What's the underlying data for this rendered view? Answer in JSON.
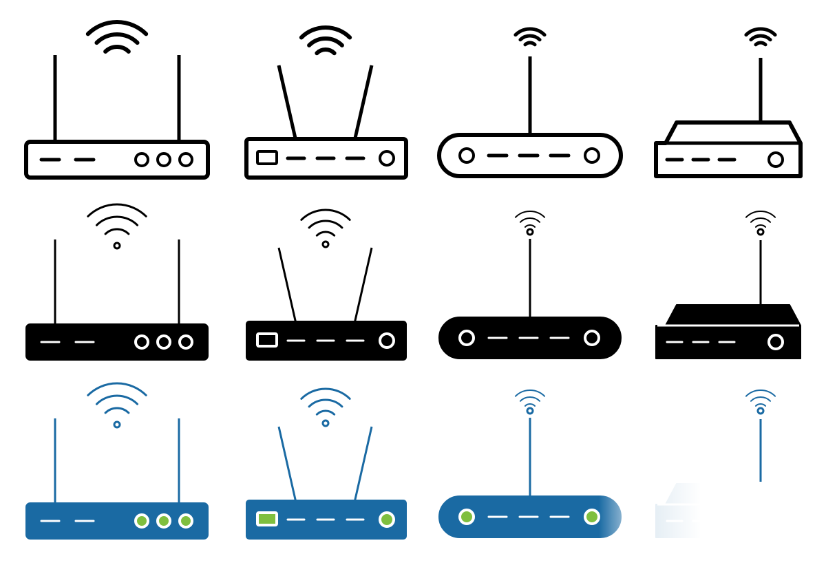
{
  "palette": {
    "black": "#000000",
    "white": "#ffffff",
    "blue": "#1a6aa3",
    "green": "#7fbf3f"
  },
  "icon_set": {
    "subject": "wireless-router-icon",
    "styles": [
      "outline",
      "filled-black",
      "filled-blue"
    ],
    "models": [
      "two-antenna-three-ports",
      "splayed-antenna-usb",
      "single-antenna-pill",
      "single-antenna-tray"
    ]
  },
  "grid": [
    {
      "row": "outline",
      "icons": [
        {
          "name": "router-two-antenna-outline-icon",
          "model": "A",
          "style": "outline"
        },
        {
          "name": "router-splayed-antenna-outline-icon",
          "model": "B",
          "style": "outline"
        },
        {
          "name": "router-single-antenna-pill-outline-icon",
          "model": "C",
          "style": "outline"
        },
        {
          "name": "router-single-antenna-tray-outline-icon",
          "model": "D",
          "style": "outline"
        }
      ]
    },
    {
      "row": "filled-black",
      "icons": [
        {
          "name": "router-two-antenna-black-icon",
          "model": "A",
          "style": "black"
        },
        {
          "name": "router-splayed-antenna-black-icon",
          "model": "B",
          "style": "black"
        },
        {
          "name": "router-single-antenna-pill-black-icon",
          "model": "C",
          "style": "black"
        },
        {
          "name": "router-single-antenna-tray-black-icon",
          "model": "D",
          "style": "black"
        }
      ]
    },
    {
      "row": "filled-blue",
      "icons": [
        {
          "name": "router-two-antenna-blue-icon",
          "model": "A",
          "style": "blue"
        },
        {
          "name": "router-splayed-antenna-blue-icon",
          "model": "B",
          "style": "blue"
        },
        {
          "name": "router-single-antenna-pill-blue-icon",
          "model": "C",
          "style": "blue"
        },
        {
          "name": "router-single-antenna-tray-blue-icon",
          "model": "D",
          "style": "blue"
        }
      ]
    }
  ]
}
